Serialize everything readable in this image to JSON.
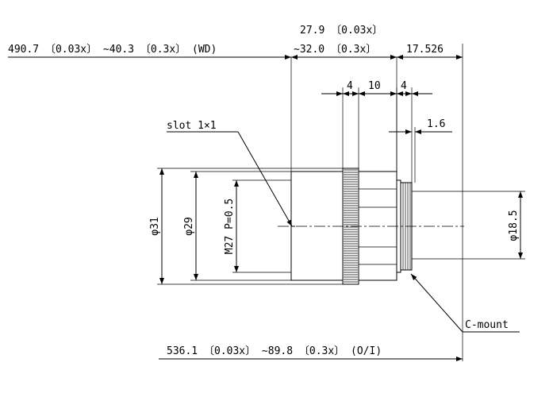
{
  "dimensions": {
    "working_distance": "490.7 〔0.03x〕 ~40.3 〔0.3x〕 (WD)",
    "front_length_top": "27.9 〔0.03x〕",
    "front_length_bottom": "~32.0 〔0.3x〕",
    "flange_back": "17.526",
    "ring_4_left": "4",
    "ring_10": "10",
    "ring_4_right": "4",
    "thread_1_6": "1.6",
    "slot": "slot 1×1",
    "dia_31": "φ31",
    "dia_29": "φ29",
    "thread_m27": "M27 P=0.5",
    "dia_18_5": "φ18.5",
    "mount": "C-mount",
    "object_to_image": "536.1 〔0.03x〕 ~89.8 〔0.3x〕 (O/I)"
  }
}
